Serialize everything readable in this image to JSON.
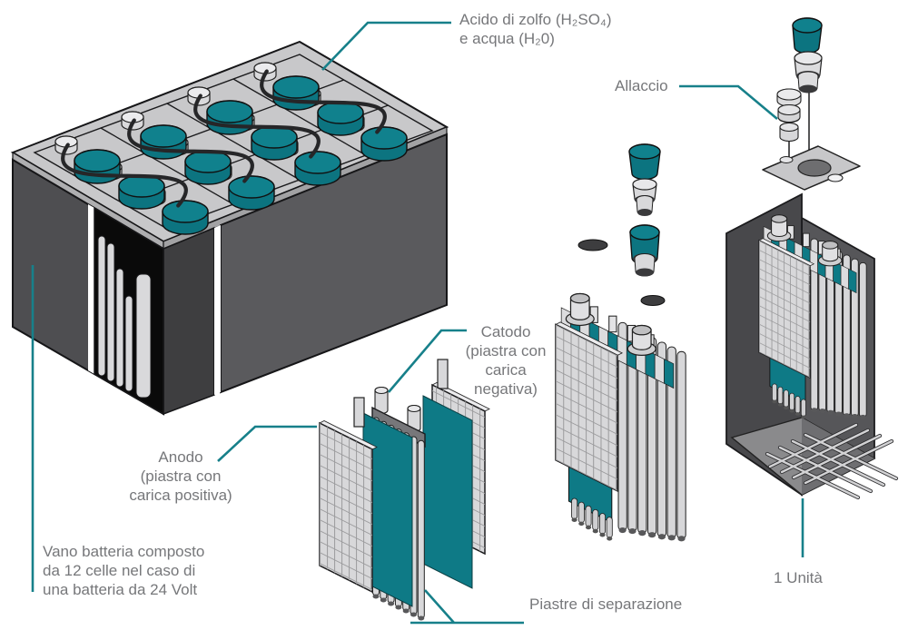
{
  "title": "Diagramma batteria al piombo (esploso)",
  "colors": {
    "teal": "#0e7a86",
    "leader_line": "#17808a",
    "text": "#76777a",
    "battery_dark": "#505053",
    "battery_light": "#c8c8ca"
  },
  "labels": {
    "acido": {
      "text": "Acido di zolfo (H₂SO₄)\ne acqua (H₂0)"
    },
    "allaccio": {
      "text": "Allaccio"
    },
    "catodo": {
      "text": "Catodo\n(piastra con\ncarica\nnegativa)"
    },
    "anodo": {
      "text": "Anodo\n(piastra con\ncarica positiva)"
    },
    "vano": {
      "text": "Vano batteria composto\nda 12 celle nel caso di\nuna batteria da 24 Volt"
    },
    "piastre": {
      "text": "Piastre di separazione"
    },
    "unita": {
      "text": "1 Unità"
    }
  }
}
